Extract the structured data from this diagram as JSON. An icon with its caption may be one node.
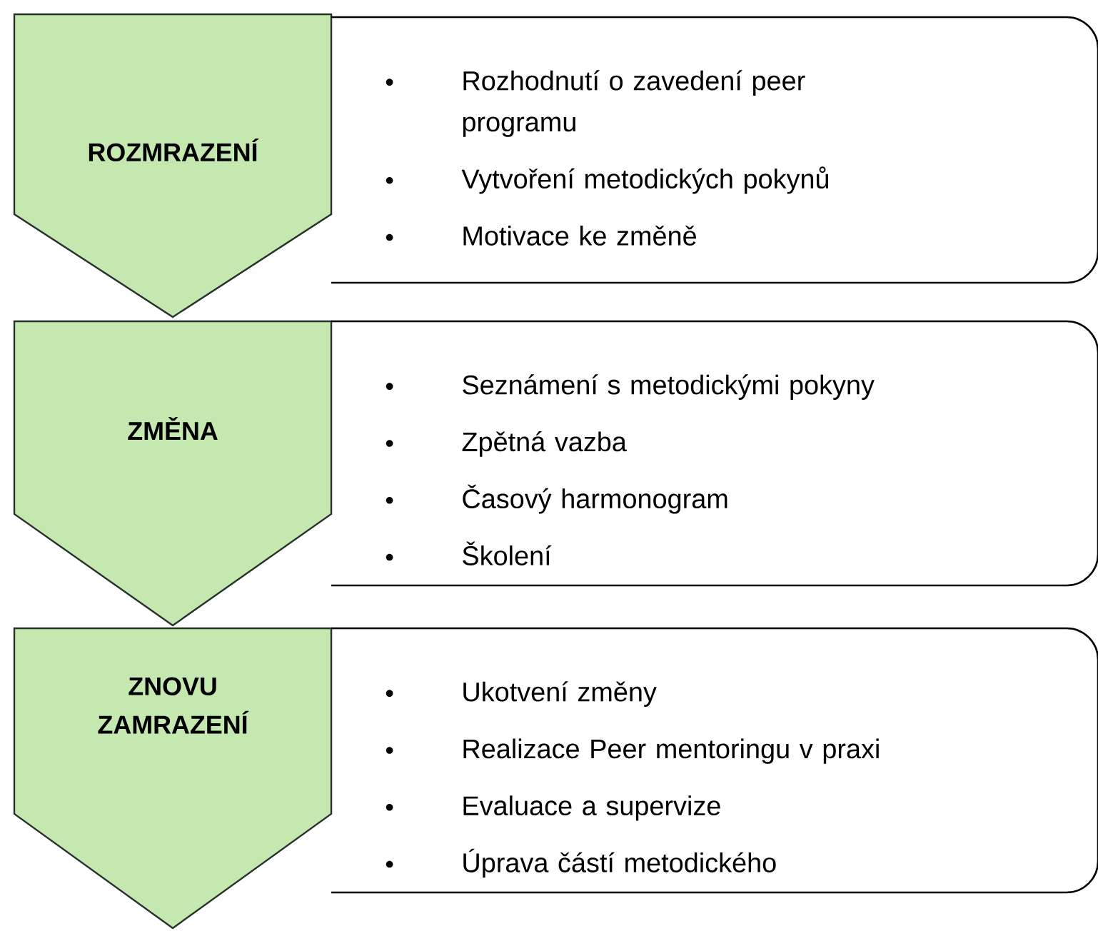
{
  "diagram": {
    "nodes": [
      {
        "text": [
          "ROZMRAZENÍ"
        ]
      },
      {
        "text": [
          "Rozhodnutí o zavedení peer programu",
          "Vytvoření metodických pokynů",
          "Motivace ke změně"
        ]
      },
      {
        "text": [
          "ZMĚNA"
        ]
      },
      {
        "text": [
          "Seznámení s metodickými pokyny",
          "Zpětná vazba",
          "Časový harmonogram",
          "Školení"
        ]
      },
      {
        "text": [
          "ZNOVU ZAMRAZENÍ"
        ]
      },
      {
        "text": [
          "Ukotvení změny",
          "Realizace Peer mentoringu v praxi",
          "Evaluace a supervize",
          "Úprava částí metodického"
        ]
      }
    ]
  }
}
